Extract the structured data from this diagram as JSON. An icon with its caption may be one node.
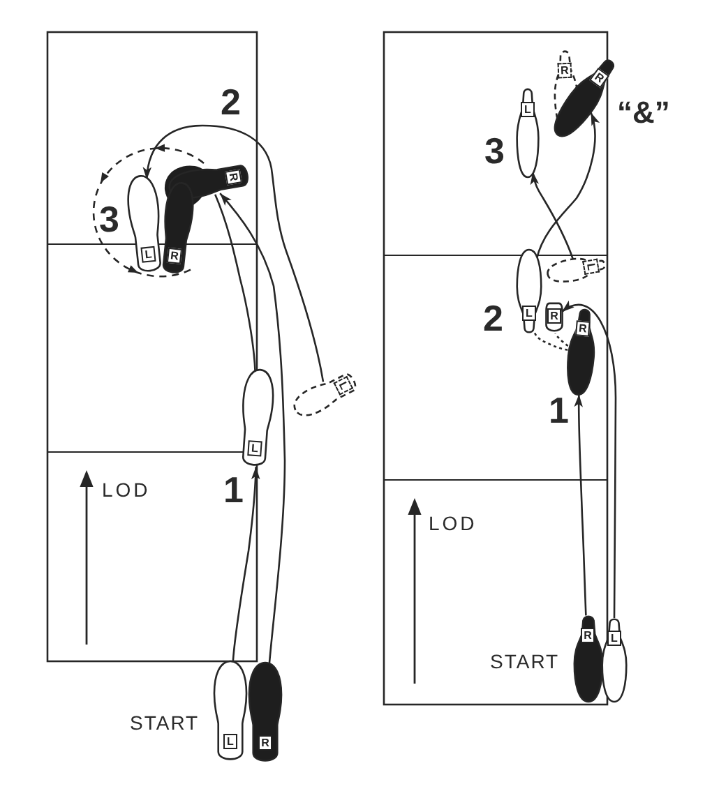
{
  "diagram": {
    "nodes": [
      {
        "text": [
          "R"
        ]
      },
      {
        "text": [
          "L"
        ]
      },
      {
        "text": [
          "R"
        ]
      },
      {
        "text": [
          "L"
        ]
      },
      {
        "text": [
          "L"
        ]
      },
      {
        "text": [
          "L"
        ]
      },
      {
        "text": [
          "R"
        ]
      },
      {
        "text": [
          "R"
        ]
      },
      {
        "text": [
          "R"
        ]
      },
      {
        "text": [
          "L"
        ]
      },
      {
        "text": [
          "L"
        ]
      },
      {
        "text": [
          "L"
        ]
      },
      {
        "text": [
          "R"
        ]
      },
      {
        "text": [
          "R"
        ]
      },
      {
        "text": [
          "R"
        ]
      },
      {
        "text": [
          "L"
        ]
      }
    ],
    "edges": [
      {
        "from": 5,
        "to": 4,
        "arrow": "to"
      },
      {
        "from": 6,
        "to": 0,
        "arrow": "to"
      },
      {
        "from": 3,
        "to": 1,
        "arrow": "to"
      },
      {
        "from": 4,
        "to": 0,
        "arrow": "none"
      },
      {
        "from": 14,
        "to": 13,
        "arrow": "to"
      },
      {
        "from": 15,
        "to": 12,
        "arrow": "to"
      },
      {
        "from": 13,
        "to": 11,
        "arrow": "none",
        "style": "dashed"
      },
      {
        "from": 13,
        "to": 12,
        "arrow": "none",
        "style": "dashed"
      },
      {
        "from": 11,
        "to": 8,
        "arrow": "to"
      },
      {
        "from": 10,
        "to": 9,
        "arrow": "to"
      }
    ],
    "labels": [
      "2",
      "3",
      "1",
      "LOD",
      "START",
      "“&”",
      "3",
      "2",
      "1",
      "LOD",
      "START"
    ]
  }
}
